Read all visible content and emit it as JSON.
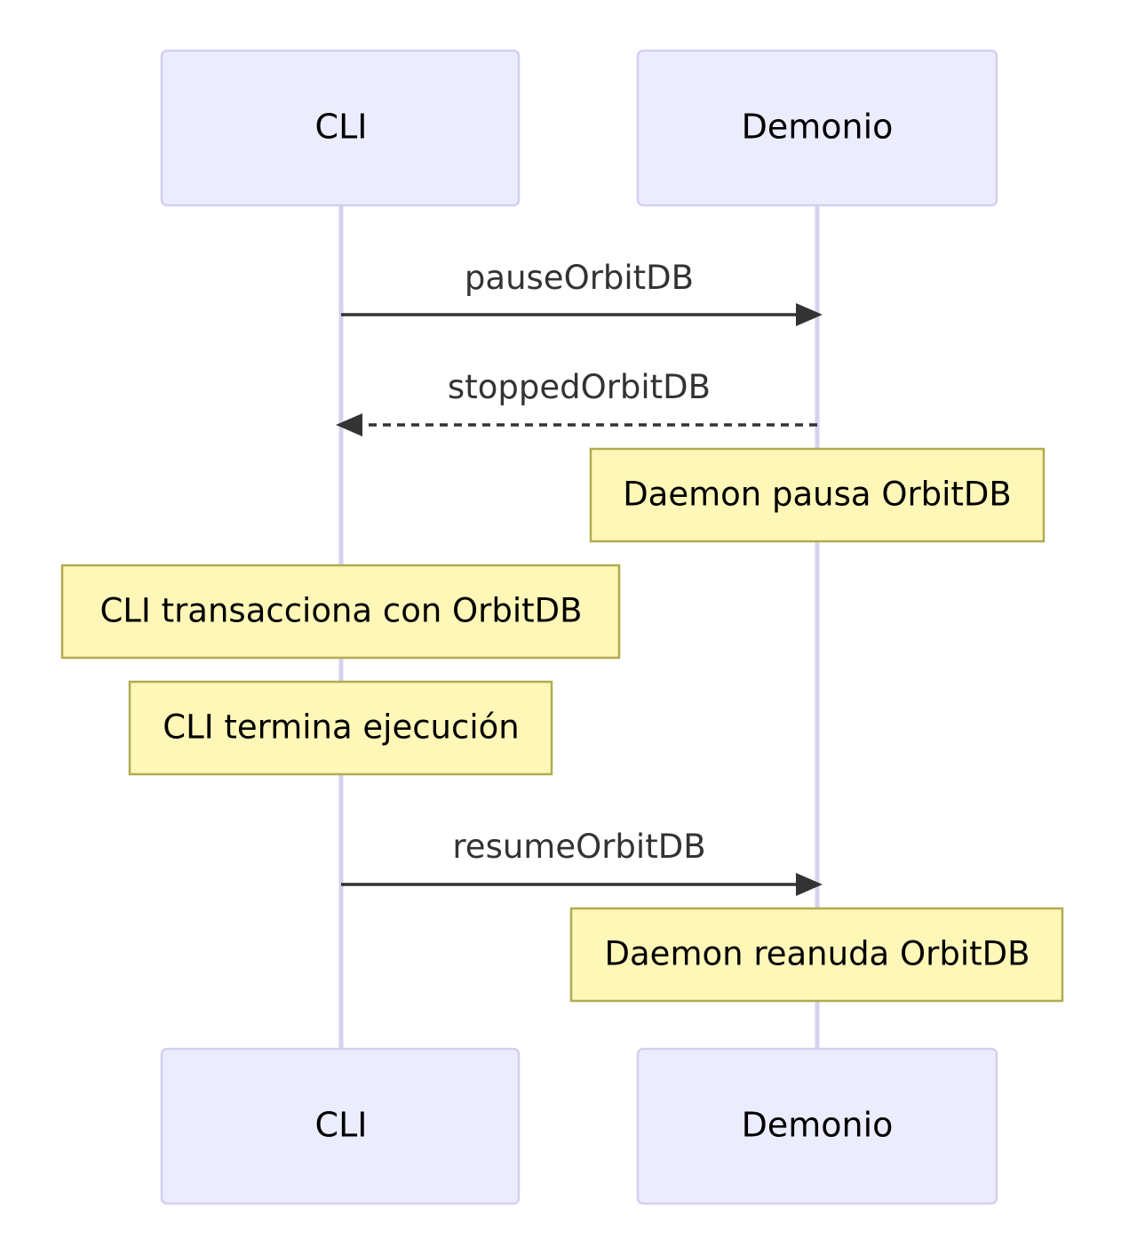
{
  "diagram": {
    "type": "sequence",
    "participants": [
      {
        "id": "cli",
        "label": "CLI"
      },
      {
        "id": "daemon",
        "label": "Demonio"
      }
    ],
    "messages": [
      {
        "from": "cli",
        "to": "daemon",
        "text": "pauseOrbitDB",
        "style": "solid"
      },
      {
        "from": "daemon",
        "to": "cli",
        "text": "stoppedOrbitDB",
        "style": "dashed"
      },
      {
        "from": "cli",
        "to": "daemon",
        "text": "resumeOrbitDB",
        "style": "solid"
      }
    ],
    "notes": [
      {
        "over": "daemon",
        "text": "Daemon pausa OrbitDB"
      },
      {
        "over": "cli",
        "text": "CLI transacciona con OrbitDB"
      },
      {
        "over": "cli",
        "text": "CLI termina ejecución"
      },
      {
        "over": "daemon",
        "text": "Daemon reanuda OrbitDB"
      }
    ]
  },
  "colors": {
    "actor_fill": "#ECECFF",
    "actor_border": "#D4CFF0",
    "lifeline": "#D6D2EE",
    "arrow": "#333333",
    "note_fill": "#FFF7B8",
    "note_border": "#B0AC50"
  }
}
